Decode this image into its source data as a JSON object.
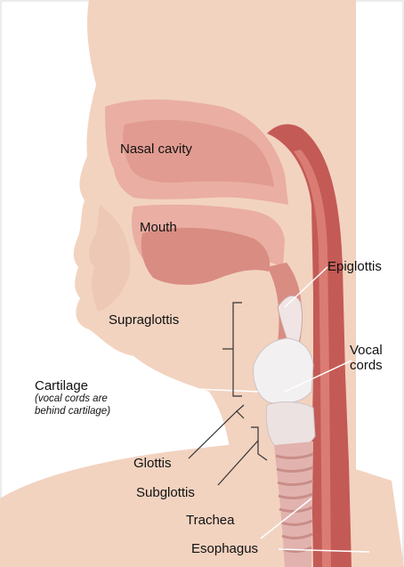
{
  "diagram": {
    "labels": {
      "nasal_cavity": "Nasal cavity",
      "mouth": "Mouth",
      "epiglottis": "Epiglottis",
      "supraglottis": "Supraglottis",
      "vocal_cords_line1": "Vocal",
      "vocal_cords_line2": "cords",
      "cartilage": "Cartilage",
      "cartilage_note_line1": "(vocal cords are",
      "cartilage_note_line2": "behind cartilage)",
      "glottis": "Glottis",
      "subglottis": "Subglottis",
      "trachea": "Trachea",
      "esophagus": "Esophagus"
    },
    "colors": {
      "skin": "#f2d3c0",
      "skin_shadow": "#e4b9a2",
      "cavity": "#d98c82",
      "cavity_light": "#eaaea3",
      "tissue_dark": "#b8504e",
      "esophagus": "#c45a55",
      "cartilage": "#f3f0f1",
      "trachea_ring": "#e2b3ae",
      "leader_line": "#ffffff",
      "bracket": "#333333",
      "frame": "#d8d8d8"
    }
  }
}
